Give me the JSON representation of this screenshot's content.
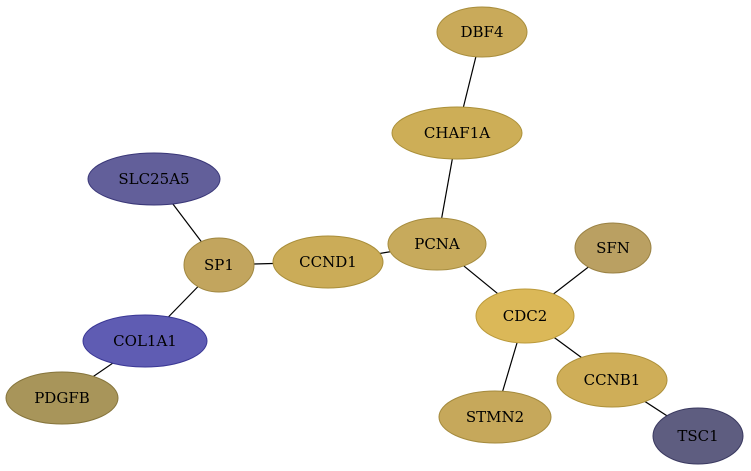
{
  "graph": {
    "nodes": [
      {
        "id": "DBF4",
        "label": "DBF4",
        "fill": "#c9aa5a",
        "stroke": "#a88d3c"
      },
      {
        "id": "CHAF1A",
        "label": "CHAF1A",
        "fill": "#cdae57",
        "stroke": "#ab9039"
      },
      {
        "id": "SLC25A5",
        "label": "SLC25A5",
        "fill": "#625f9a",
        "stroke": "#3a3778"
      },
      {
        "id": "PCNA",
        "label": "PCNA",
        "fill": "#c7aa5c",
        "stroke": "#a68c3e"
      },
      {
        "id": "SFN",
        "label": "SFN",
        "fill": "#baa062",
        "stroke": "#9a8244"
      },
      {
        "id": "CCND1",
        "label": "CCND1",
        "fill": "#cbac58",
        "stroke": "#a98e3a"
      },
      {
        "id": "SP1",
        "label": "SP1",
        "fill": "#c2a55e",
        "stroke": "#a08740"
      },
      {
        "id": "CDC2",
        "label": "CDC2",
        "fill": "#dbb858",
        "stroke": "#bb9a3a"
      },
      {
        "id": "COL1A1",
        "label": "COL1A1",
        "fill": "#5f5cb3",
        "stroke": "#3a3795"
      },
      {
        "id": "CCNB1",
        "label": "CCNB1",
        "fill": "#cfae58",
        "stroke": "#ad903a"
      },
      {
        "id": "PDGFB",
        "label": "PDGFB",
        "fill": "#a8955a",
        "stroke": "#86753c"
      },
      {
        "id": "STMN2",
        "label": "STMN2",
        "fill": "#c6a85b",
        "stroke": "#a48a3d"
      },
      {
        "id": "TSC1",
        "label": "TSC1",
        "fill": "#5e5d80",
        "stroke": "#3a3960"
      }
    ],
    "edges": [
      {
        "source": "DBF4",
        "target": "CHAF1A"
      },
      {
        "source": "CHAF1A",
        "target": "PCNA"
      },
      {
        "source": "PCNA",
        "target": "CCND1"
      },
      {
        "source": "PCNA",
        "target": "CDC2"
      },
      {
        "source": "CCND1",
        "target": "SP1"
      },
      {
        "source": "SLC25A5",
        "target": "SP1"
      },
      {
        "source": "SP1",
        "target": "COL1A1"
      },
      {
        "source": "COL1A1",
        "target": "PDGFB"
      },
      {
        "source": "SFN",
        "target": "CDC2"
      },
      {
        "source": "CDC2",
        "target": "CCNB1"
      },
      {
        "source": "CDC2",
        "target": "STMN2"
      },
      {
        "source": "CCNB1",
        "target": "TSC1"
      }
    ]
  }
}
